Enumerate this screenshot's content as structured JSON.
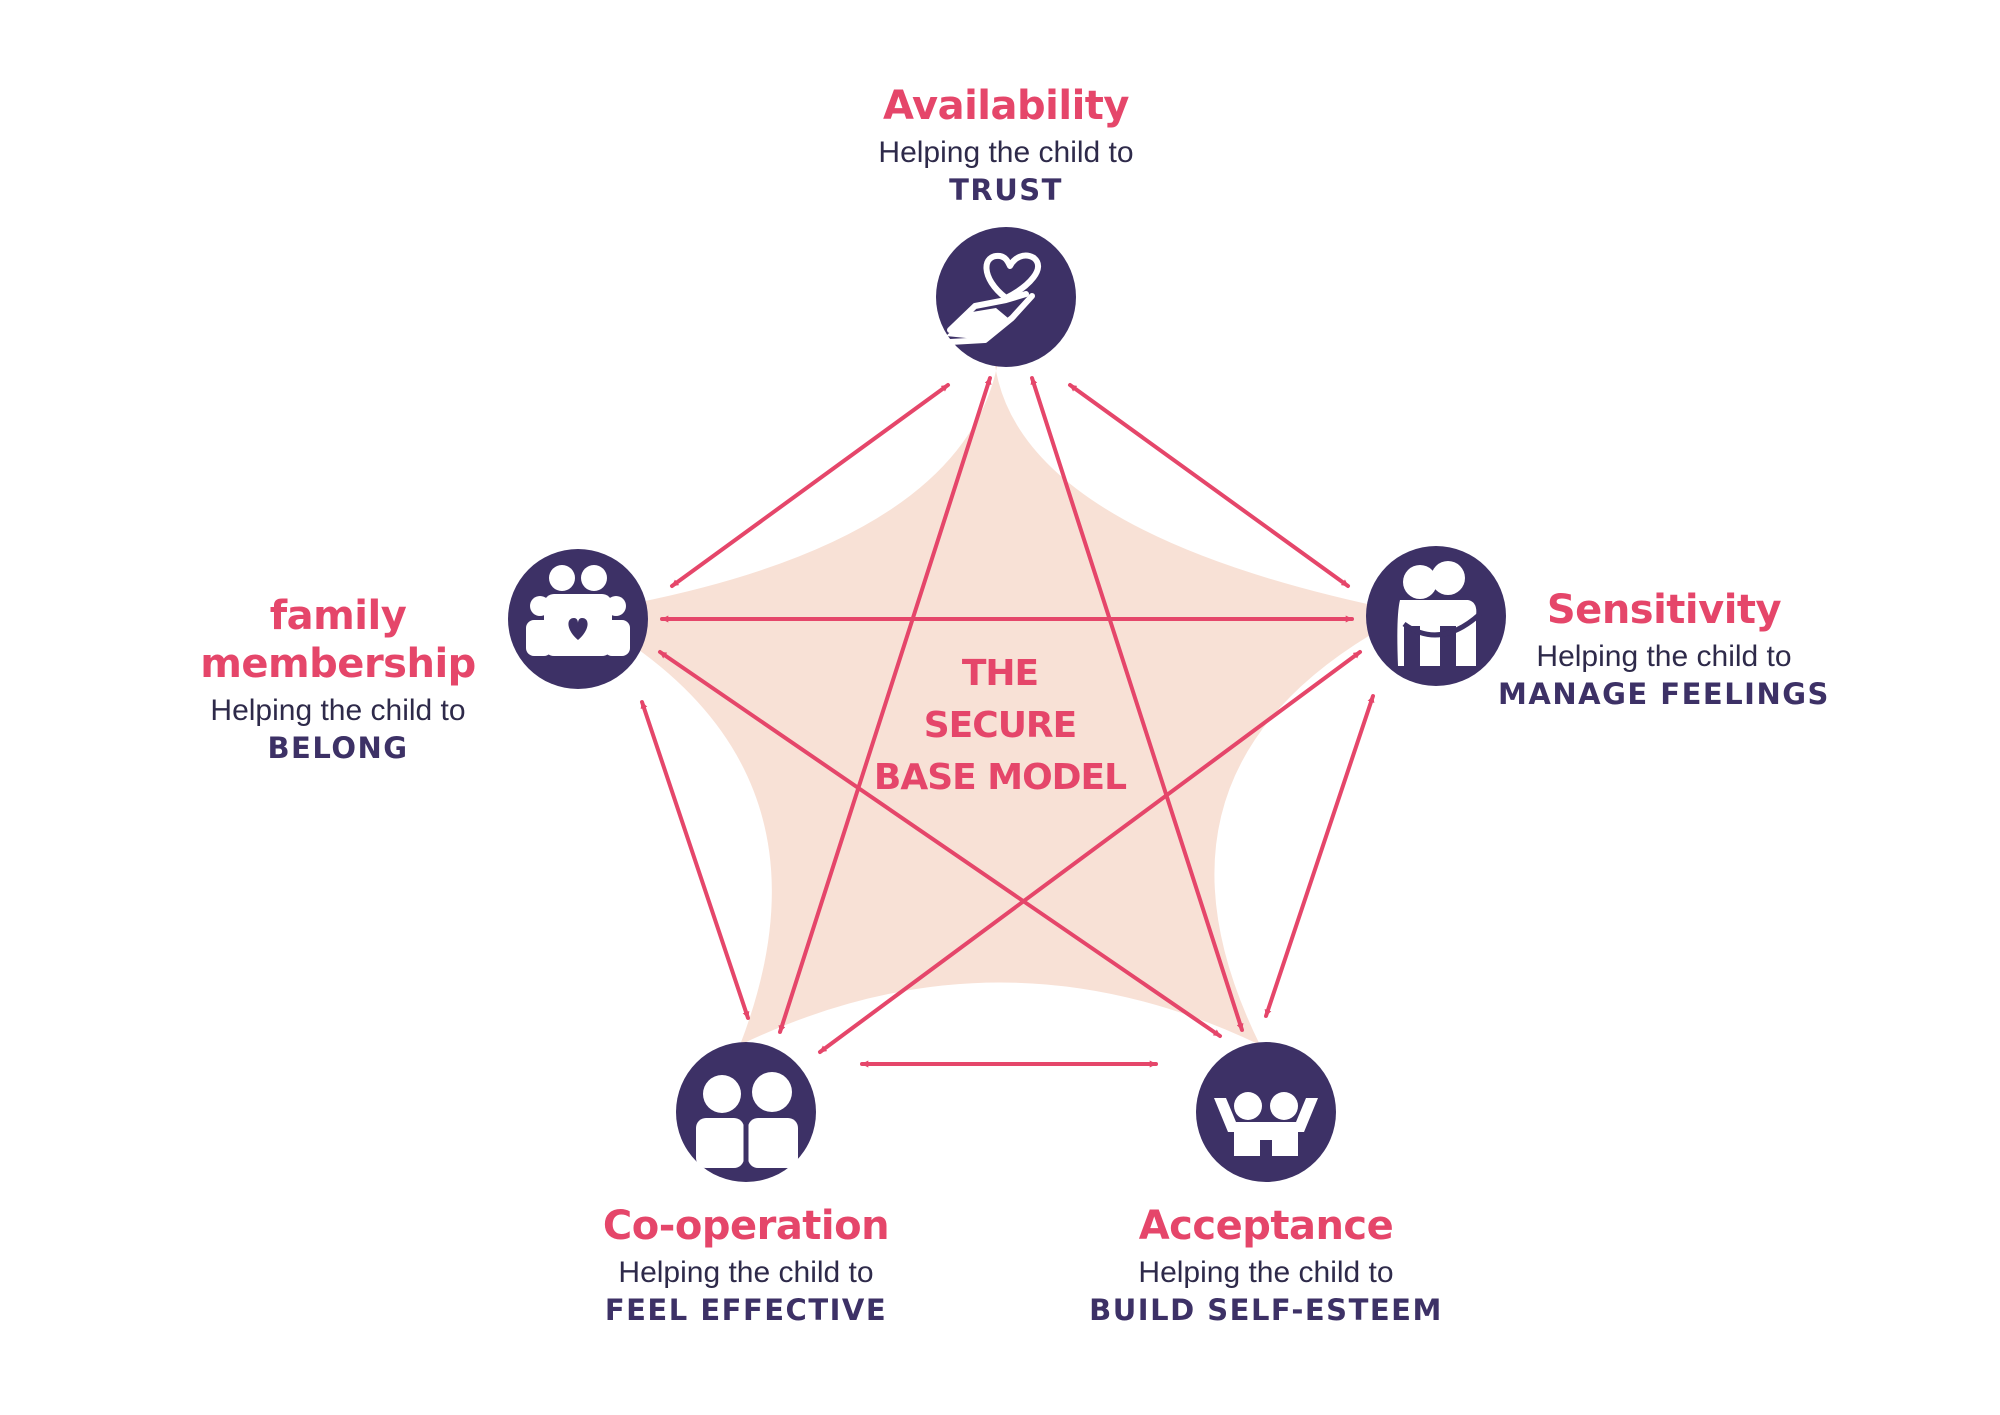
{
  "colors": {
    "accent": "#e5466a",
    "node": "#3d3166",
    "star_fill": "#f8e1d6",
    "text_dark": "#2e2a4a"
  },
  "center": {
    "lines": [
      "THE",
      "SECURE",
      "BASE MODEL"
    ]
  },
  "nodes": [
    {
      "id": "availability",
      "title": "Availability",
      "subtitle": "Helping the child to",
      "goal": "TRUST",
      "icon": "heart-in-hand-icon"
    },
    {
      "id": "sensitivity",
      "title": "Sensitivity",
      "subtitle": "Helping the child to",
      "goal": "MANAGE FEELINGS",
      "icon": "hugging-people-icon"
    },
    {
      "id": "acceptance",
      "title": "Acceptance",
      "subtitle": "Helping the child to",
      "goal": "BUILD SELF-ESTEEM",
      "icon": "cheering-people-icon"
    },
    {
      "id": "cooperation",
      "title": "Co-operation",
      "subtitle": "Helping the child to",
      "goal": "FEEL EFFECTIVE",
      "icon": "two-people-icon"
    },
    {
      "id": "family",
      "title_lines": [
        "family",
        "membership"
      ],
      "subtitle": "Helping the child to",
      "goal": "BELONG",
      "icon": "family-heart-icon"
    }
  ]
}
